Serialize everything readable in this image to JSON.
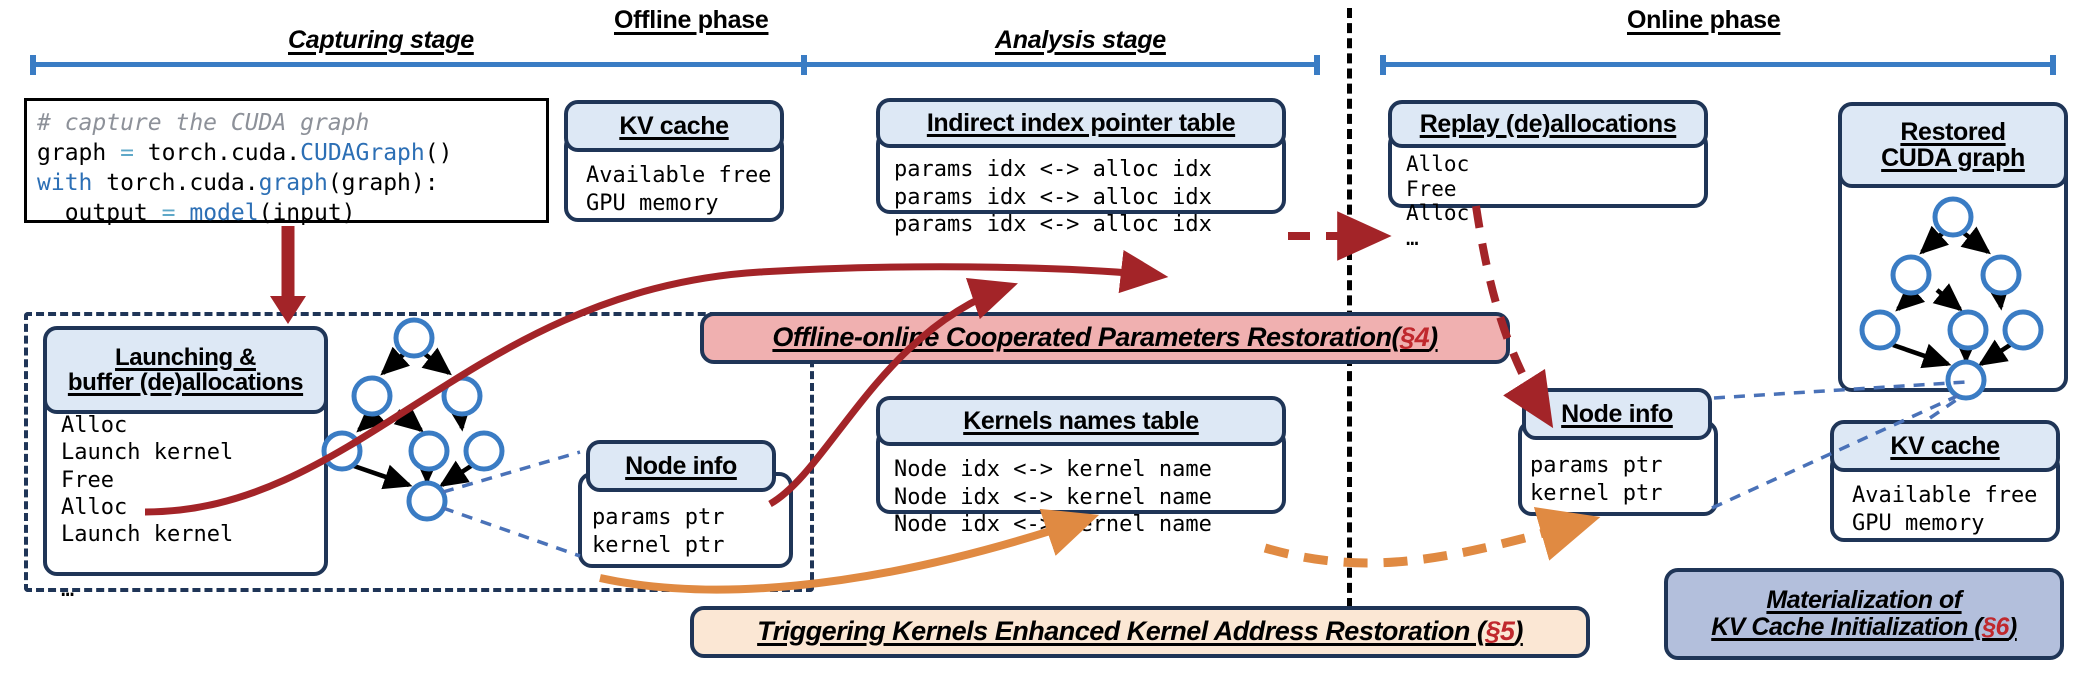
{
  "header": {
    "phases": [
      {
        "label": "Offline phase"
      },
      {
        "label": "Online phase"
      }
    ],
    "stages": [
      {
        "label": "Capturing stage"
      },
      {
        "label": "Analysis stage"
      }
    ]
  },
  "code_block": {
    "name": "cuda-graph-capture-code",
    "lines": [
      {
        "segments": [
          {
            "t": "# capture the CUDA graph",
            "k": "com"
          }
        ]
      },
      {
        "segments": [
          {
            "t": "graph ",
            "k": "plain"
          },
          {
            "t": "=",
            "k": "op"
          },
          {
            "t": " torch.cuda.",
            "k": "plain"
          },
          {
            "t": "CUDAGraph",
            "k": "fn"
          },
          {
            "t": "()",
            "k": "plain"
          }
        ]
      },
      {
        "segments": [
          {
            "t": "with",
            "k": "kw"
          },
          {
            "t": " torch.cuda.",
            "k": "plain"
          },
          {
            "t": "graph",
            "k": "fn"
          },
          {
            "t": "(graph):",
            "k": "plain"
          }
        ]
      },
      {
        "segments": [
          {
            "t": "  output ",
            "k": "plain"
          },
          {
            "t": "=",
            "k": "op"
          },
          {
            "t": " ",
            "k": "plain"
          },
          {
            "t": "model",
            "k": "fn"
          },
          {
            "t": "(input)",
            "k": "plain"
          }
        ]
      }
    ]
  },
  "cards": {
    "kv_cache_offline": {
      "title_lines": [
        "KV cache"
      ],
      "body_lines": [
        "Available free",
        "GPU memory"
      ]
    },
    "indirect_index_pointer_table": {
      "title_lines": [
        "Indirect index pointer table"
      ],
      "body_lines": [
        "params idx <-> alloc idx",
        "params idx <-> alloc idx",
        "params idx <-> alloc idx"
      ]
    },
    "replay_deallocations": {
      "title_lines": [
        "Replay (de)allocations"
      ],
      "body_lines": [
        "Alloc",
        "Free",
        "Alloc",
        "…"
      ]
    },
    "restored_cuda_graph": {
      "title_lines": [
        "Restored",
        "CUDA graph"
      ],
      "body_lines": []
    },
    "launching_buffer_deallocations": {
      "title_lines": [
        "Launching &",
        "buffer (de)allocations"
      ],
      "body_lines": [
        "Alloc",
        "Launch kernel",
        "Free",
        "Alloc",
        "Launch kernel",
        "",
        "…"
      ]
    },
    "node_info_offline": {
      "title_lines": [
        "Node info"
      ],
      "body_lines": [
        "params ptr",
        "kernel ptr"
      ]
    },
    "kernels_names_table": {
      "title_lines": [
        "Kernels names table"
      ],
      "body_lines": [
        "Node idx <-> kernel name",
        "Node idx <-> kernel name",
        "Node idx <-> kernel name"
      ]
    },
    "node_info_online": {
      "title_lines": [
        "Node info"
      ],
      "body_lines": [
        "params ptr",
        "kernel ptr"
      ]
    },
    "kv_cache_online": {
      "title_lines": [
        "KV cache"
      ],
      "body_lines": [
        "Available free",
        "GPU memory"
      ]
    }
  },
  "banners": {
    "params_restoration": {
      "text": "Offline-online Cooperated Parameters Restoration(",
      "section": "§4",
      "tail": ")",
      "bg": "#f0b0b0"
    },
    "kernel_restoration": {
      "text": "Triggering Kernels Enhanced Kernel Address Restoration (",
      "section": "§5",
      "tail": ")",
      "bg": "#fbe7d4"
    },
    "kv_materialization": {
      "line1": "Materialization of",
      "line2": "KV Cache Initialization (",
      "section": "§6",
      "tail": ")",
      "bg": "#b3bfdc"
    }
  },
  "colors": {
    "card_border": "#1f3557",
    "card_header_bg": "#dde8f5",
    "timeline": "#3a7cc4",
    "arrow_red": "#a32428",
    "arrow_orange": "#e08a42",
    "node_blue": "#3a7cc4",
    "section_red": "#c0282d"
  },
  "graphs": {
    "captured_graph": {
      "name": "captured-cuda-graph",
      "nodes": 7
    },
    "restored_graph": {
      "name": "restored-cuda-graph",
      "nodes": 7
    }
  }
}
